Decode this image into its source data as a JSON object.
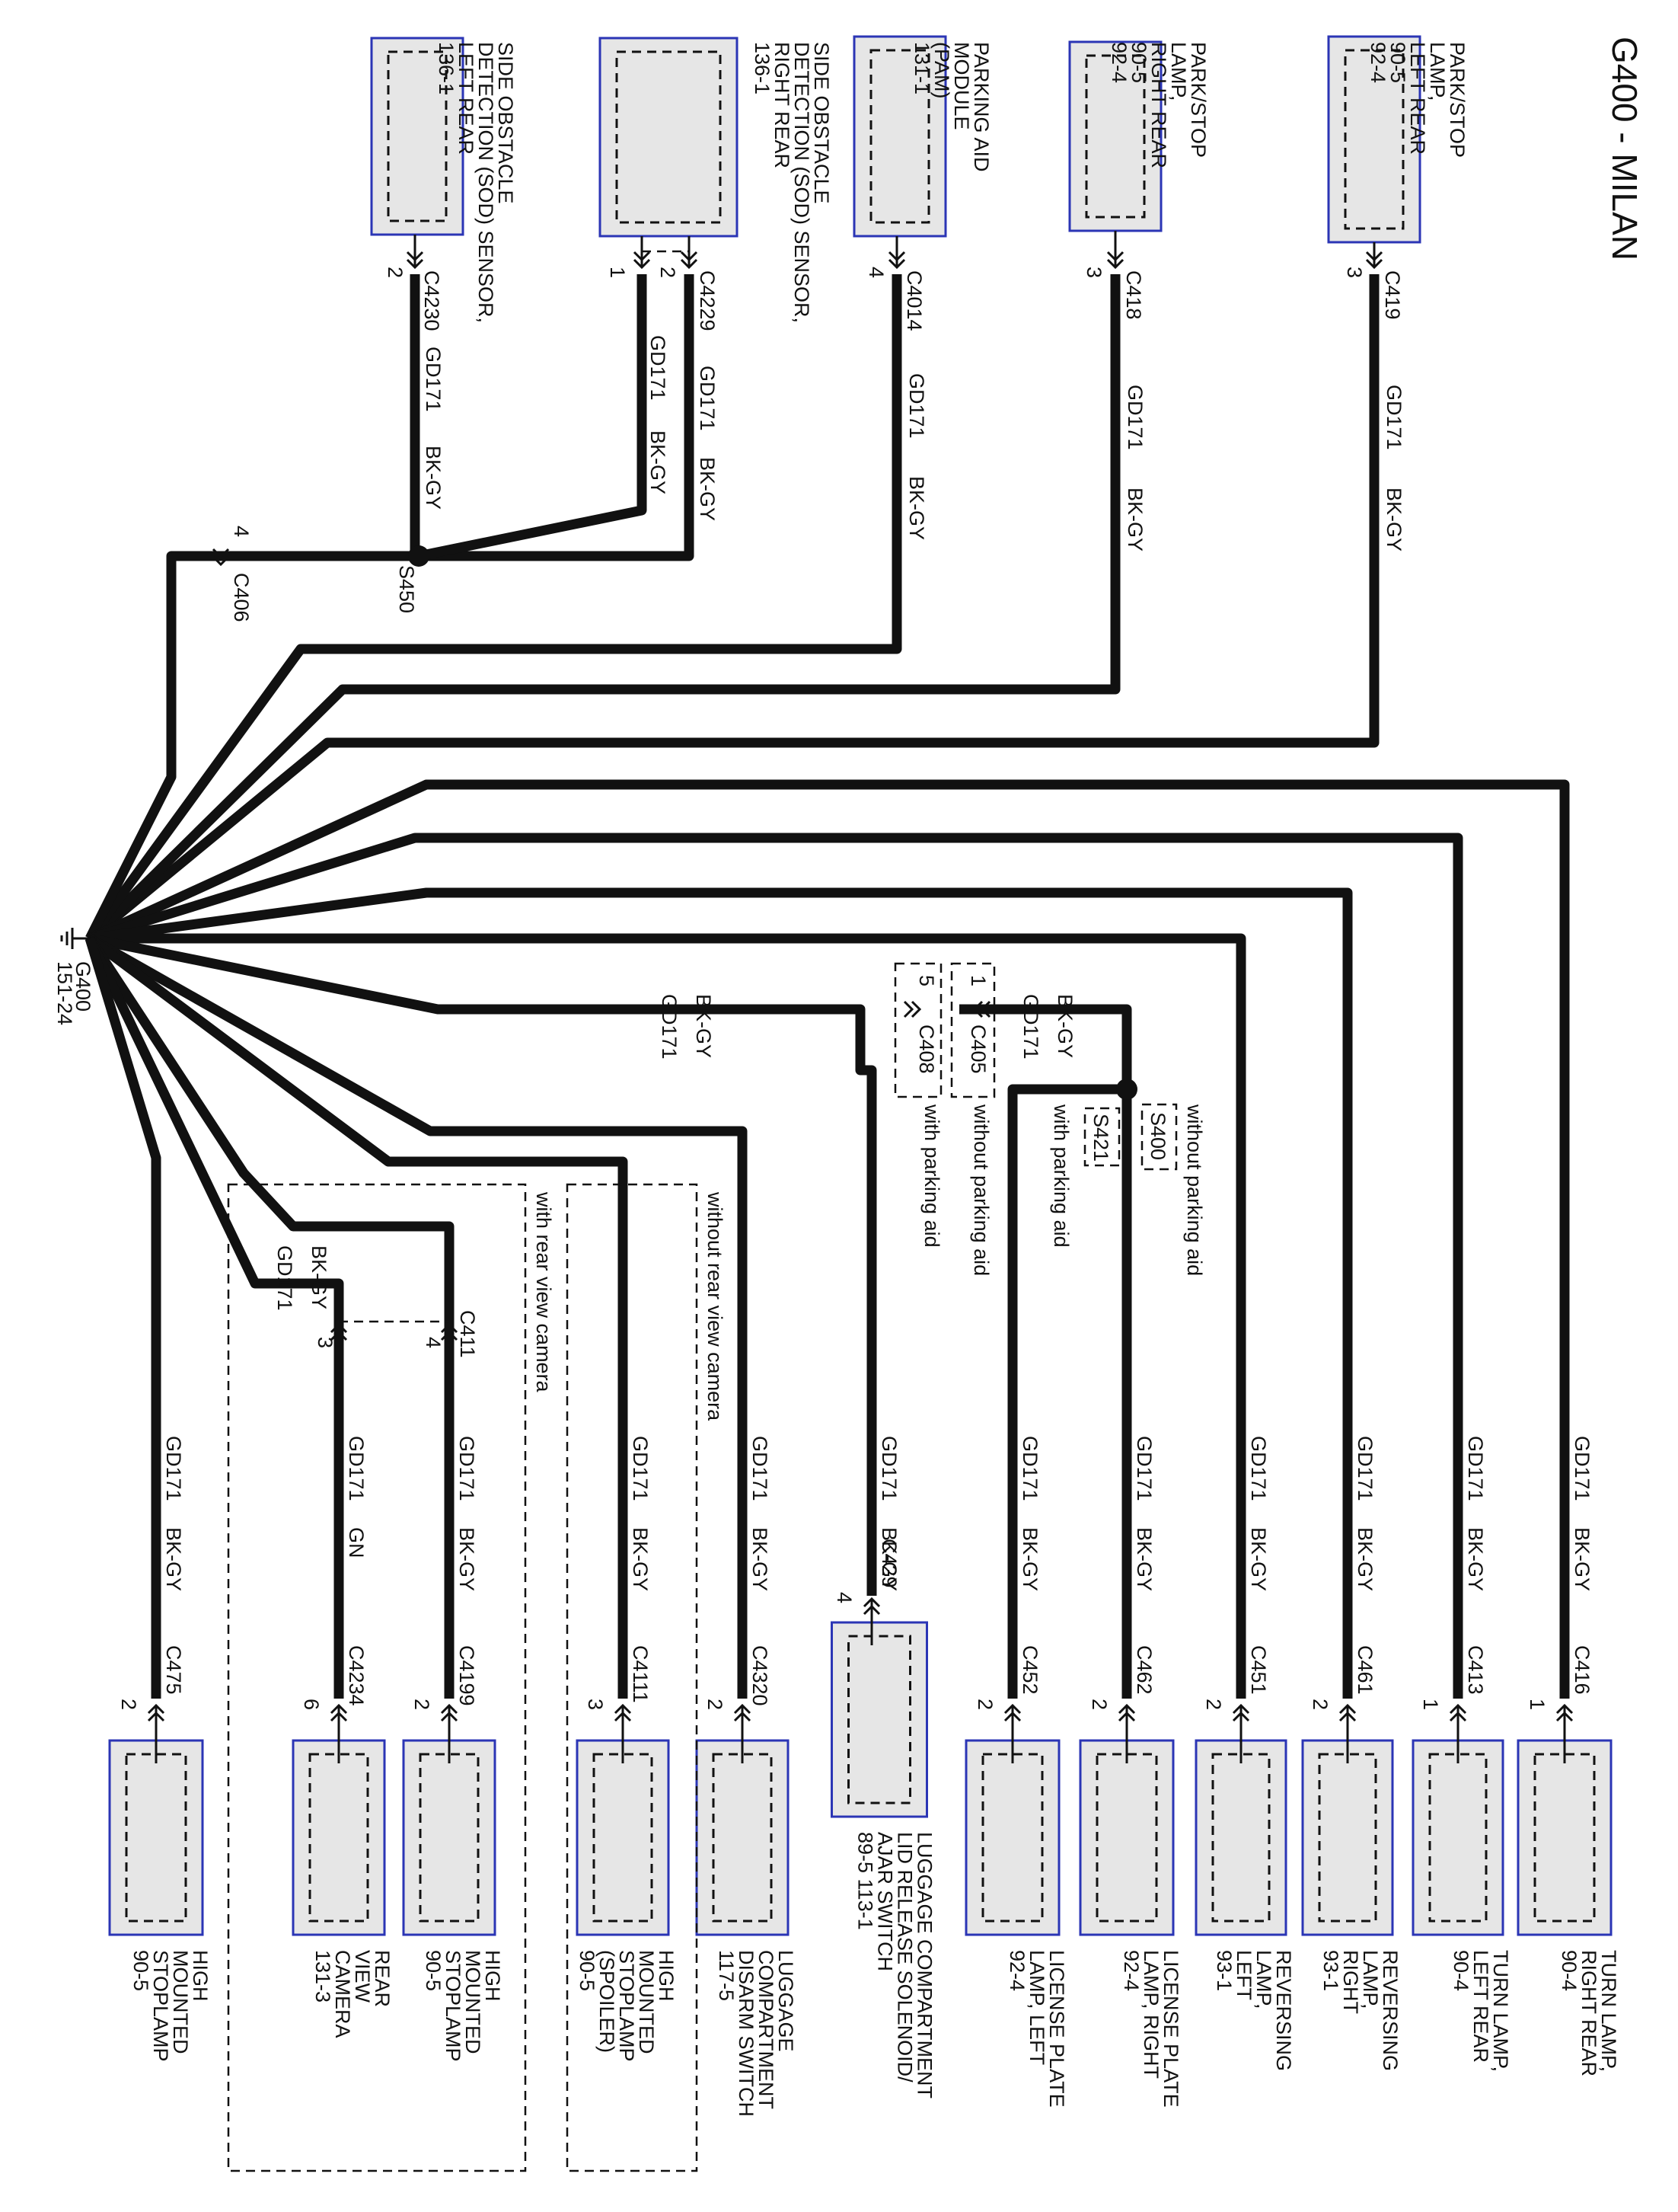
{
  "title": "G400 - MILAN",
  "ground": {
    "name": "G400",
    "ref": "151-24"
  },
  "splices": [
    "S450",
    "S400",
    "S421"
  ],
  "top_components": [
    {
      "id": "lr_park",
      "label": [
        "PARK/STOP",
        "LAMP,",
        "LEFT REAR",
        "90-5",
        "92-4"
      ],
      "connector": "C419",
      "pins": [
        "3"
      ],
      "circuit": "GD171",
      "color": "BK-GY"
    },
    {
      "id": "rr_park",
      "label": [
        "PARK/STOP",
        "LAMP,",
        "RIGHT REAR",
        "90-5",
        "92-4"
      ],
      "connector": "C418",
      "pins": [
        "3"
      ],
      "circuit": "GD171",
      "color": "BK-GY"
    },
    {
      "id": "pam",
      "label": [
        "PARKING AID",
        "MODULE",
        "(PAM)",
        "131-1"
      ],
      "connector": "C4014",
      "pins": [
        "4"
      ],
      "circuit": "GD171",
      "color": "BK-GY"
    },
    {
      "id": "sod_right",
      "label": [
        "SIDE OBSTACLE",
        "DETECTION (SOD) SENSOR,",
        "RIGHT REAR",
        "136-1"
      ],
      "connector": "C4229",
      "pins": [
        "1",
        "2"
      ],
      "circuit": "GD171",
      "color": "BK-GY"
    },
    {
      "id": "sod_left",
      "label": [
        "SIDE OBSTACLE",
        "DETECTION (SOD) SENSOR,",
        "LEFT REAR",
        "136-1"
      ],
      "connector": "C4230",
      "pins": [
        "2"
      ],
      "circuit": "GD171",
      "color": "BK-GY"
    }
  ],
  "c406": {
    "connector": "C406",
    "pin": "4"
  },
  "bottom_components": [
    {
      "id": "turn_rr",
      "label": [
        "TURN LAMP,",
        "RIGHT REAR",
        "90-4"
      ],
      "connector": "C416",
      "pin": "1",
      "circuit": "GD171",
      "color": "BK-GY"
    },
    {
      "id": "turn_lr",
      "label": [
        "TURN LAMP,",
        "LEFT REAR",
        "90-4"
      ],
      "connector": "C413",
      "pin": "1",
      "circuit": "GD171",
      "color": "BK-GY"
    },
    {
      "id": "rev_r",
      "label": [
        "REVERSING",
        "LAMP,",
        "RIGHT",
        "93-1"
      ],
      "connector": "C461",
      "pin": "2",
      "circuit": "GD171",
      "color": "BK-GY"
    },
    {
      "id": "rev_l",
      "label": [
        "REVERSING",
        "LAMP,",
        "LEFT",
        "93-1"
      ],
      "connector": "C451",
      "pin": "2",
      "circuit": "GD171",
      "color": "BK-GY"
    },
    {
      "id": "lic_r",
      "label": [
        "LICENSE PLATE",
        "LAMP, RIGHT",
        "92-4"
      ],
      "connector": "C462",
      "pin": "2",
      "circuit": "GD171",
      "color": "BK-GY"
    },
    {
      "id": "lic_l",
      "label": [
        "LICENSE PLATE",
        "LAMP, LEFT",
        "92-4"
      ],
      "connector": "C452",
      "pin": "2",
      "circuit": "GD171",
      "color": "BK-GY"
    },
    {
      "id": "lug_lid",
      "label": [
        "LUGGAGE COMPARTMENT",
        "LID RELEASE SOLENOID/",
        "AJAR SWITCH",
        "89-5     113-1"
      ],
      "connector": "C429",
      "pin": "4",
      "circuit": "GD171",
      "color": "BK-GY"
    },
    {
      "id": "lug_disarm",
      "label": [
        "LUGGAGE",
        "COMPARTMENT",
        "DISARM SWITCH",
        "117-5"
      ],
      "connector": "C4320",
      "pin": "2",
      "circuit": "GD171",
      "color": "BK-GY"
    },
    {
      "id": "hmsl_spoiler",
      "label": [
        "HIGH",
        "MOUNTED",
        "STOPLAMP",
        "(SPOILER)",
        "90-5"
      ],
      "connector": "C4111",
      "pin": "3",
      "circuit": "GD171",
      "color": "BK-GY"
    },
    {
      "id": "hmsl_cam",
      "label": [
        "HIGH",
        "MOUNTED",
        "STOPLAMP",
        "90-5"
      ],
      "connector": "C4199",
      "pin": "2",
      "circuit": "GD171",
      "color": "BK-GY"
    },
    {
      "id": "rvc",
      "label": [
        "REAR",
        "VIEW",
        "CAMERA",
        "131-3"
      ],
      "connector": "C4234",
      "pin": "6",
      "circuit": "GD171",
      "color": "GN"
    },
    {
      "id": "hmsl",
      "label": [
        "HIGH",
        "MOUNTED",
        "STOPLAMP",
        "90-5"
      ],
      "connector": "C475",
      "pin": "2",
      "circuit": "GD171",
      "color": "BK-GY"
    }
  ],
  "inline": {
    "c408": {
      "connector": "C408",
      "pin": "5",
      "note": "with parking aid"
    },
    "c405": {
      "connector": "C405",
      "pin": "1",
      "note": "without parking aid"
    },
    "branch_circuit": "GD171",
    "branch_color": "BK-GY",
    "s400_note": "without parking aid",
    "s421_note": "with parking aid",
    "c411": {
      "connector": "C411",
      "pins": [
        "3",
        "4"
      ]
    }
  },
  "option_notes": {
    "no_camera": "without rear view camera",
    "camera": "with rear view camera"
  }
}
